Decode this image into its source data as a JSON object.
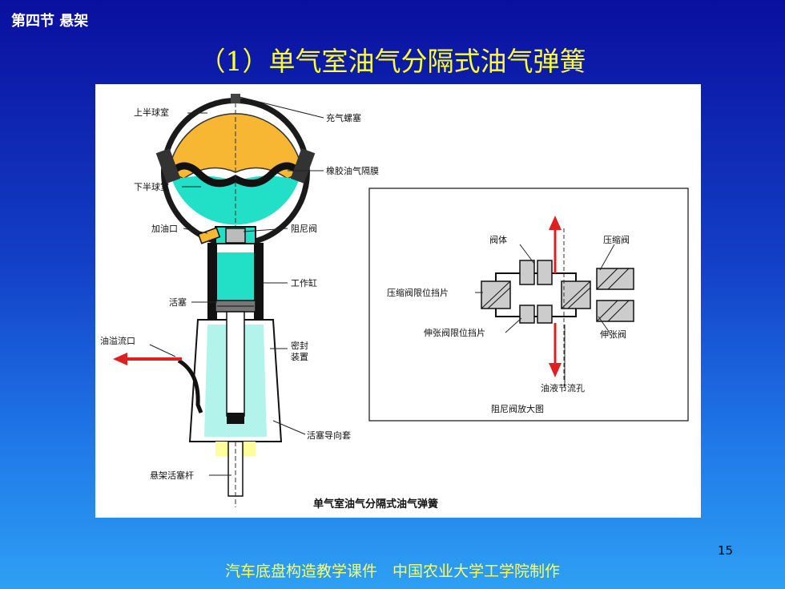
{
  "header": {
    "section": "第四节 悬架",
    "title": "（1）单气室油气分隔式油气弹簧"
  },
  "figure": {
    "caption": "单气室油气分隔式油气弹簧",
    "labels": {
      "upper_chamber": "上半球室",
      "charge_plug": "充气螺塞",
      "diaphragm": "橡胶油气隔膜",
      "lower_chamber": "下半球室",
      "fill_port": "加油口",
      "damping_valve": "阻尼阀",
      "cylinder": "工作缸",
      "piston": "活塞",
      "overflow_port": "油溢流口",
      "seal_line1": "密封",
      "seal_line2": "装置",
      "piston_guide": "活塞导向套",
      "piston_rod": "悬架活塞杆"
    },
    "inset": {
      "valve_body": "阀体",
      "compression_valve": "压缩阀",
      "compression_stop": "压缩阀限位挡片",
      "extension_stop": "伸张阀限位挡片",
      "extension_valve": "伸张阀",
      "orifice": "油液节流孔",
      "inset_caption": "阻尼阀放大图"
    }
  },
  "page_number": "15",
  "footer": "汽车底盘构造教学课件　中国农业大学工学院制作",
  "colors": {
    "gas": "#f7b733",
    "oil": "#22e0c8",
    "arrow": "#e02020",
    "title": "#ffff33"
  }
}
